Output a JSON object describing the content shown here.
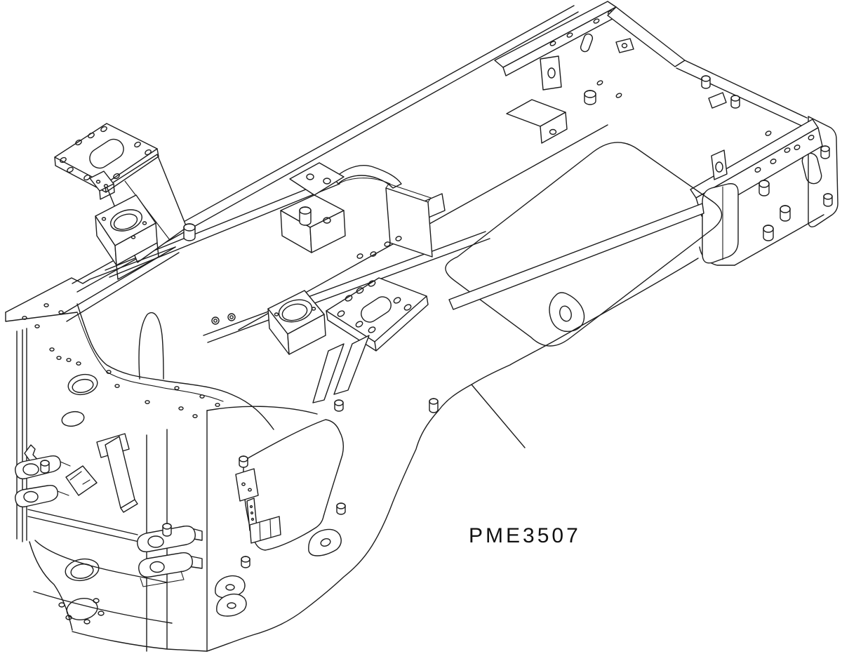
{
  "meta": {
    "kind": "technical-parts-diagram",
    "view": "isometric line drawing",
    "subject": "loader chassis frame weldment"
  },
  "drawing": {
    "part_label": "PME3507",
    "background_color": "#ffffff",
    "line_color": "#1c1c1c"
  }
}
